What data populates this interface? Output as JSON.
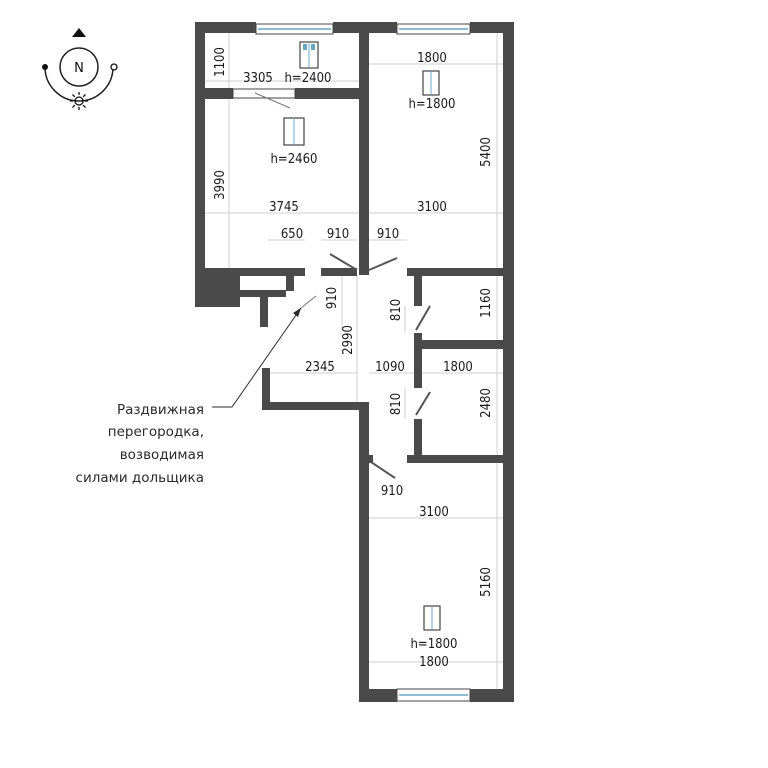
{
  "compass": {
    "north_label": "N",
    "icons": [
      "compass-rose-icon",
      "sun-icon"
    ]
  },
  "dimensions": {
    "d1100": "1100",
    "d3305": "3305",
    "h2400": "h=2400",
    "d1800_top": "1800",
    "h1800_top": "h=1800",
    "h2460": "h=2460",
    "d5400": "5400",
    "d3990": "3990",
    "d3745": "3745",
    "d3100_top": "3100",
    "d650": "650",
    "d910_a": "910",
    "d910_b": "910",
    "d910_c": "910",
    "d810_a": "810",
    "d1160": "1160",
    "d2990": "2990",
    "d2345": "2345",
    "d1090": "1090",
    "d1800_mid": "1800",
    "d810_b": "810",
    "d2480": "2480",
    "d910_d": "910",
    "d3100_bottom": "3100",
    "d5160": "5160",
    "h1800_bottom": "h=1800",
    "d1800_bottom": "1800"
  },
  "note": {
    "lines": [
      "Раздвижная",
      "перегородка,",
      "возводимая",
      "силами дольщика"
    ]
  }
}
